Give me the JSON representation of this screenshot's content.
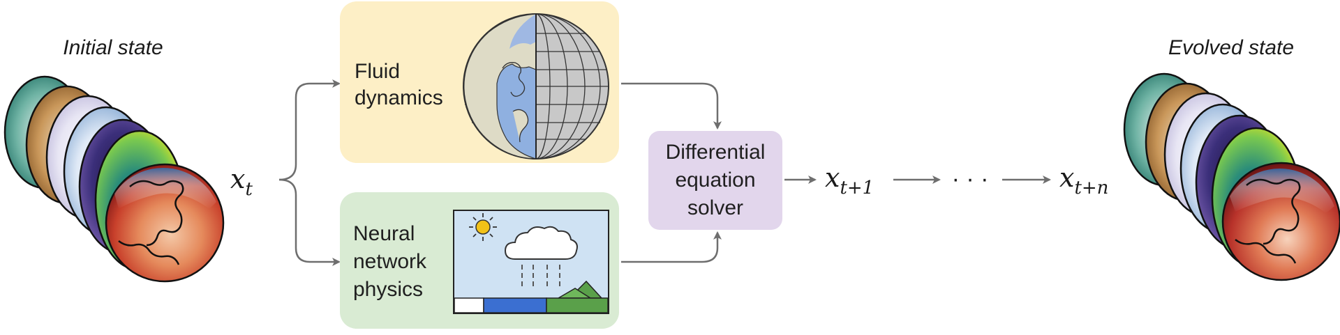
{
  "titles": {
    "initial": "Initial state",
    "evolved": "Evolved state"
  },
  "symbols": {
    "xt_base": "x",
    "xt_sub": "t",
    "xt1_base": "x",
    "xt1_sub": "t+1",
    "ellipsis": "· · ·",
    "xtn_base": "x",
    "xtn_sub": "t+n"
  },
  "boxes": {
    "fluid": {
      "line1": "Fluid",
      "line2": "dynamics",
      "color": "#fdefc6"
    },
    "neural": {
      "line1": "Neural",
      "line2": "network",
      "line3": "physics",
      "color": "#d9ebd3"
    },
    "solver": {
      "line1": "Differential",
      "line2": "equation",
      "line3": "solver",
      "color": "#e2d6ec"
    }
  },
  "colors": {
    "arrow": "#6e6e6e",
    "sky": "#cfe2f3",
    "ocean": "#3b6fd1",
    "land": "#5aa04a",
    "sun": "#f2c218"
  }
}
